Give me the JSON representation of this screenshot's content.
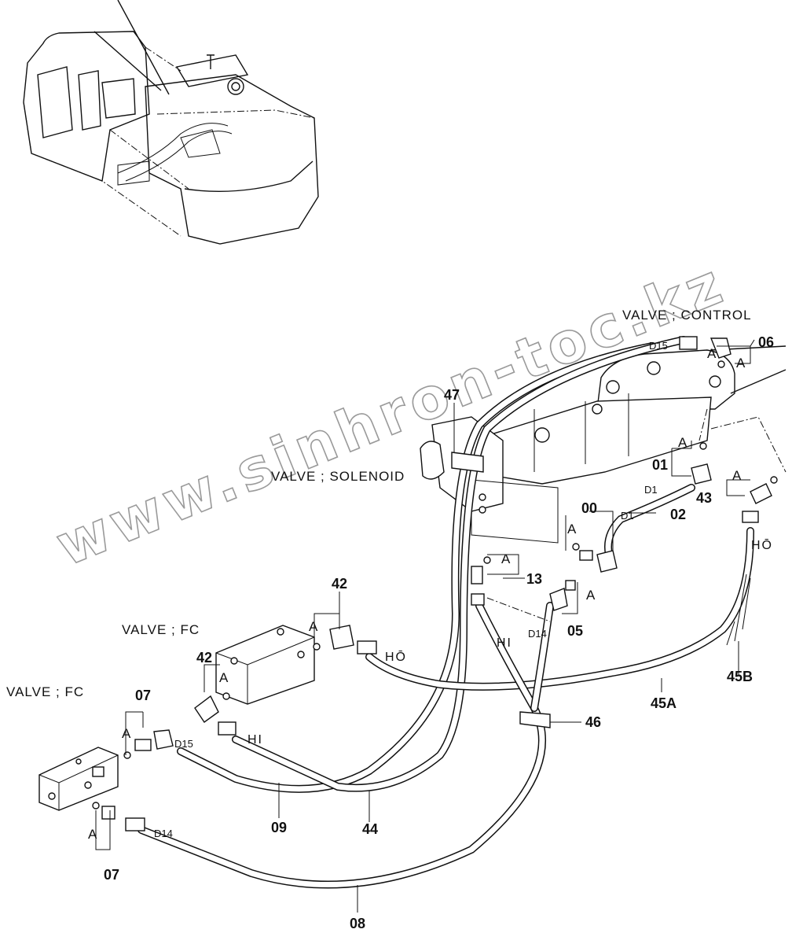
{
  "labels": {
    "valve_control": "VALVE ; CONTROL",
    "valve_solenoid": "VALVE ; SOLENOID",
    "valve_fc_1": "VALVE ; FC",
    "valve_fc_2": "VALVE ; FC"
  },
  "callouts": {
    "p06": "06",
    "p47": "47",
    "p01": "01",
    "p43": "43",
    "p02": "02",
    "p00": "00",
    "p13": "13",
    "p05": "05",
    "p42a": "42",
    "p42b": "42",
    "p07a": "07",
    "p07b": "07",
    "p46": "46",
    "p45a": "45A",
    "p45b": "45B",
    "p09": "09",
    "p44": "44",
    "p08": "08"
  },
  "hose_tags": {
    "d15_top": "D15",
    "d1_a": "D1",
    "d1_b": "D1",
    "d14_mid": "D14",
    "hi_mid": "HI",
    "ho_right": "HŌ",
    "ho_mid": "HŌ",
    "hi_left": "HI",
    "d15_left": "D15",
    "d14_left": "D14"
  },
  "markers": {
    "a1": "A",
    "a2": "A",
    "a3": "A",
    "a4": "A",
    "a5": "A",
    "a6": "A",
    "a7": "A",
    "a8": "A",
    "a9": "A",
    "a10": "A",
    "a11": "A"
  },
  "watermark": "www.sinhron-toc.kz"
}
